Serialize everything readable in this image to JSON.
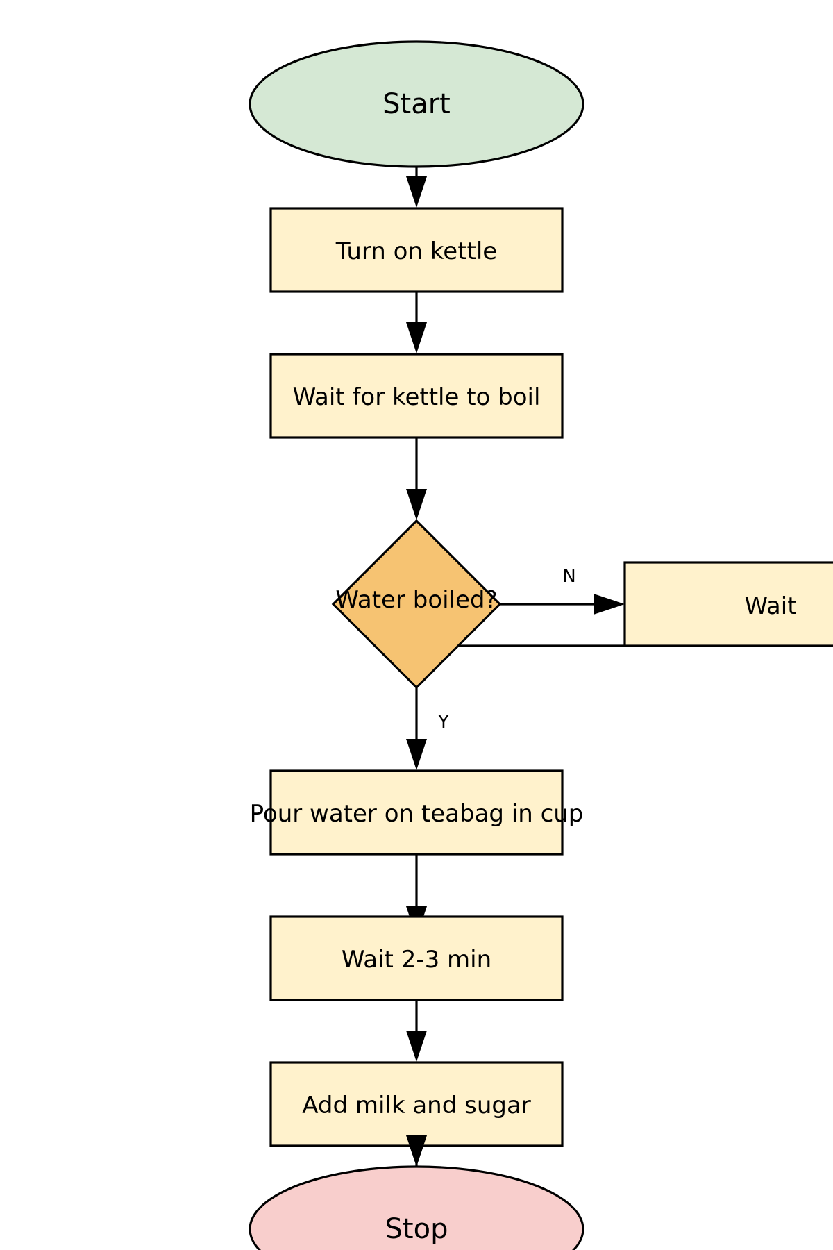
{
  "diagram": {
    "nodes": {
      "start": "Start",
      "turn_on_kettle": "Turn on kettle",
      "wait_for_boil": "Wait for kettle to boil",
      "water_boiled": "Water boiled?",
      "wait": "Wait",
      "pour_water": "Pour water on teabag in cup",
      "wait_2_3": "Wait 2-3 min",
      "add_milk": "Add milk and sugar",
      "stop": "Stop"
    },
    "edge_labels": {
      "no": "N",
      "yes": "Y"
    }
  },
  "colors": {
    "terminal_start": "#d5e8d4",
    "terminal_stop": "#f8cecc",
    "process": "#fff2cc",
    "decision": "#f6c372",
    "line": "#000000",
    "background": "#ffffff"
  }
}
